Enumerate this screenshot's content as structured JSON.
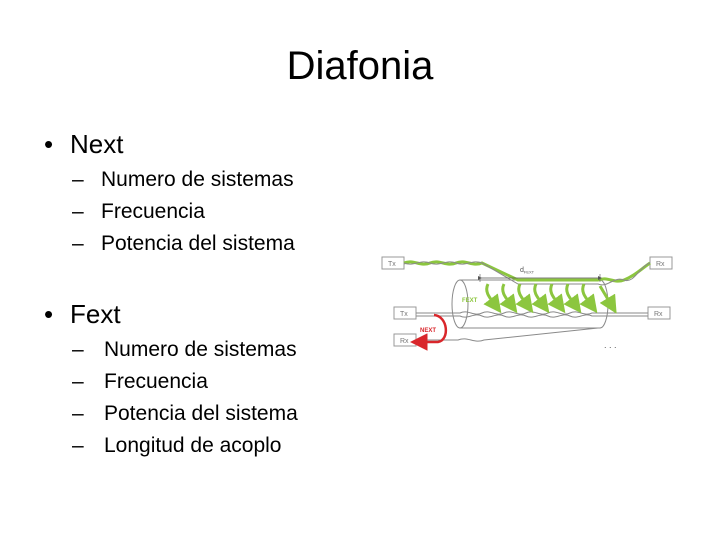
{
  "slide": {
    "title": "Diafonia",
    "bullet_symbol": "•",
    "dash_symbol": "–",
    "sections": [
      {
        "heading": "Next",
        "items": [
          "Numero de sistemas",
          "Frecuencia",
          "Potencia del sistema"
        ]
      },
      {
        "heading": "Fext",
        "items": [
          "Numero de sistemas",
          "Frecuencia",
          "Potencia del sistema",
          "Longitud de acoplo"
        ]
      }
    ]
  },
  "diagram": {
    "labels": {
      "tx_top": "Tx",
      "rx_top": "Rx",
      "tx_mid": "Tx",
      "rx_mid": "Rx",
      "rx_bottom": "Rx",
      "d_fext": "d",
      "d_fext_sub": "FEXT",
      "fext": "FEXT",
      "next": "NEXT",
      "ellipsis": ". . ."
    },
    "colors": {
      "fext_green": "#8cc63f",
      "next_red": "#d9262b",
      "cable_gray": "#8a8a8a",
      "label_gray": "#777777"
    }
  }
}
